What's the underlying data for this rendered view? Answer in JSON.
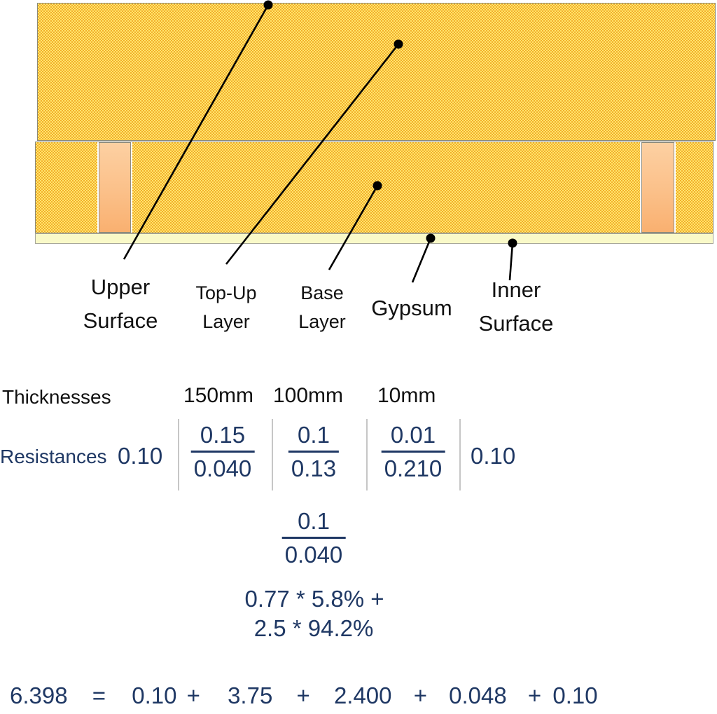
{
  "colors": {
    "accent_text": "#1F3864",
    "label_text": "#111111",
    "insulation_gold": "#F3AE2B",
    "insulation_light": "#FFE76E",
    "stud_light": "#FDD0A2",
    "stud_dark": "#F9B070",
    "gypsum_fill": "#F9F9C8",
    "layer_border": "#8A8A7C",
    "divider_gray": "#C6C6C6"
  },
  "diagram": {
    "callouts": [
      {
        "label": "Upper Surface"
      },
      {
        "label": "Top-Up Layer"
      },
      {
        "label": "Base Layer"
      },
      {
        "label": "Gypsum"
      },
      {
        "label": "Inner Surface"
      }
    ]
  },
  "thicknesses": {
    "label": "Thicknesses",
    "values": [
      "150mm",
      "100mm",
      "10mm"
    ]
  },
  "resistances": {
    "label": "Resistances",
    "outer_surface": "0.10",
    "inner_surface": "0.10",
    "fractions": [
      {
        "num": "0.15",
        "den": "0.040"
      },
      {
        "num": "0.1",
        "den": "0.13"
      },
      {
        "num": "0.01",
        "den": "0.210"
      }
    ]
  },
  "bridge_fraction": {
    "num": "0.1",
    "den": "0.040"
  },
  "weighted_average": {
    "line1": "0.77 * 5.8% +",
    "line2": "2.5 * 94.2%"
  },
  "equation": {
    "parts": [
      "6.398",
      "=",
      "0.10",
      "+",
      "3.75",
      "+",
      "2.400",
      "+",
      "0.048",
      "+",
      "0.10"
    ]
  }
}
